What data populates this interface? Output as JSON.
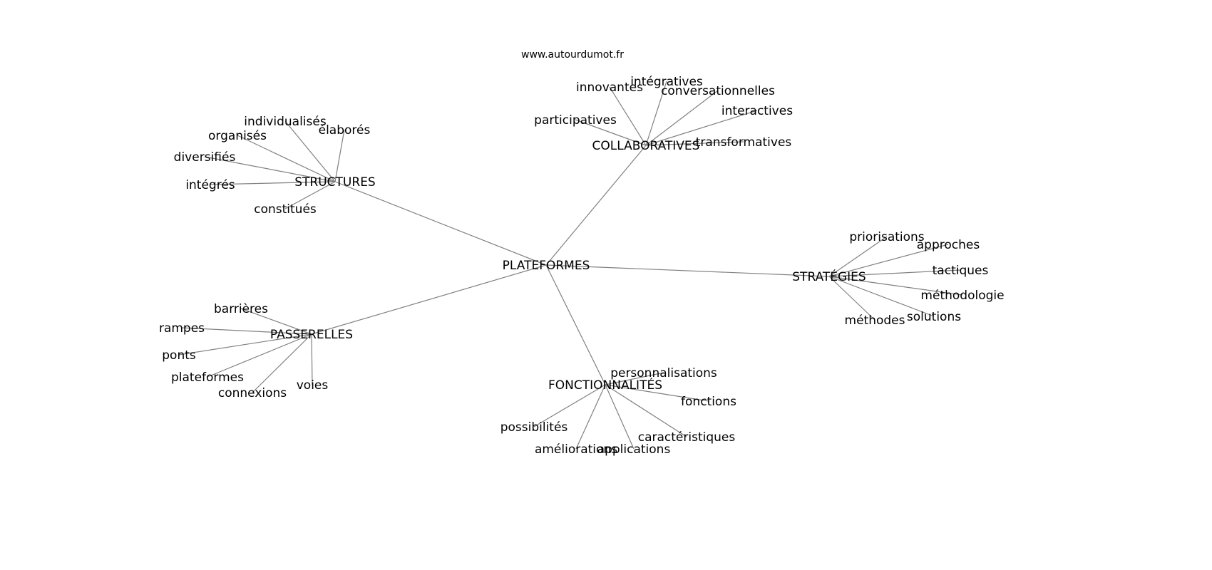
{
  "title": "www.autourdumot.fr",
  "edge_color": "#808080",
  "root": "PLATEFORMES",
  "groups": [
    {
      "hub": "STRUCTURES",
      "leaves": [
        "individualisés",
        "élaborés",
        "organisés",
        "diversifiés",
        "intégrés",
        "constitués"
      ]
    },
    {
      "hub": "COLLABORATIVES",
      "leaves": [
        "innovantes",
        "intégratives",
        "conversationnelles",
        "participatives",
        "interactives",
        "transformatives"
      ]
    },
    {
      "hub": "STRATÉGIES",
      "leaves": [
        "priorisations",
        "approches",
        "tactiques",
        "méthodologie",
        "solutions",
        "méthodes"
      ]
    },
    {
      "hub": "PASSERELLES",
      "leaves": [
        "barrières",
        "rampes",
        "ponts",
        "plateformes",
        "connexions",
        "voies"
      ]
    },
    {
      "hub": "FONCTIONNALITÉS",
      "leaves": [
        "personnalisations",
        "fonctions",
        "possibilités",
        "améliorations",
        "applications",
        "caractéristiques"
      ]
    }
  ]
}
